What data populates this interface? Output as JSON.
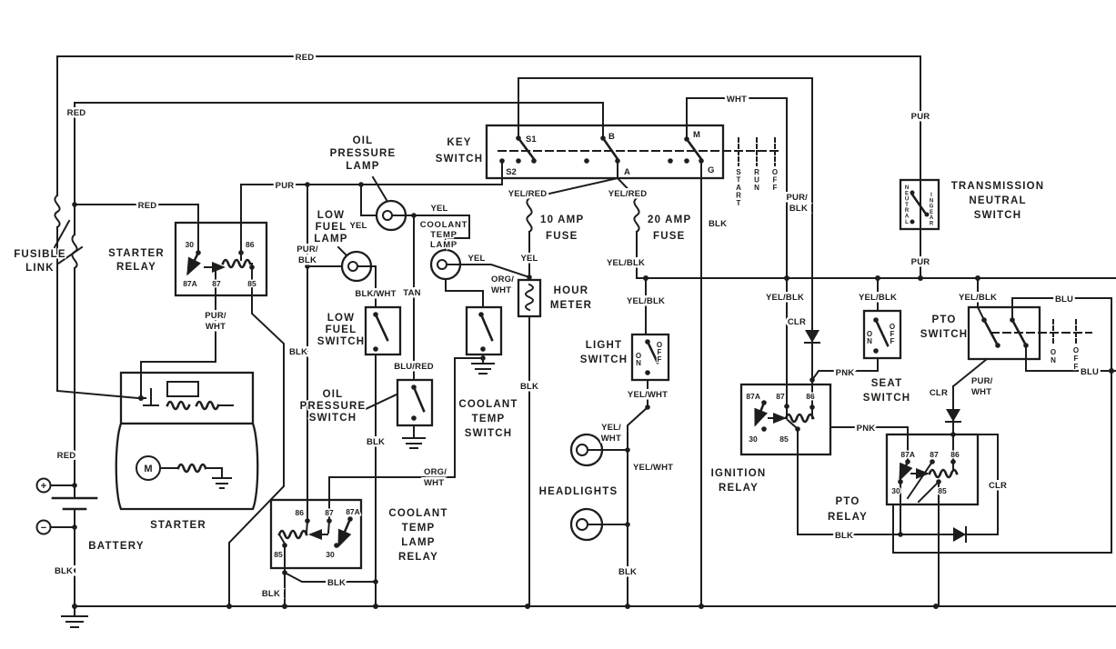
{
  "diagram": {
    "type": "electrical wiring schematic",
    "labels": {
      "fusible_link": [
        "FUSIBLE",
        "LINK"
      ],
      "starter_relay": [
        "STARTER",
        "RELAY"
      ],
      "starter": "STARTER",
      "battery": "BATTERY",
      "oil_pressure_lamp": [
        "OIL",
        "PRESSURE",
        "LAMP"
      ],
      "low_fuel_lamp": [
        "LOW",
        "FUEL",
        "LAMP"
      ],
      "coolant_temp_lamp": [
        "COOLANT",
        "TEMP",
        "LAMP"
      ],
      "key_switch": [
        "KEY",
        "SWITCH"
      ],
      "fuse_10a": [
        "10 AMP",
        "FUSE"
      ],
      "fuse_20a": [
        "20 AMP",
        "FUSE"
      ],
      "hour_meter": [
        "HOUR",
        "METER"
      ],
      "transmission_neutral_switch": [
        "TRANSMISSION",
        "NEUTRAL",
        "SWITCH"
      ],
      "low_fuel_switch": [
        "LOW",
        "FUEL",
        "SWITCH"
      ],
      "oil_pressure_switch": [
        "OIL",
        "PRESSURE",
        "SWITCH"
      ],
      "coolant_temp_switch": [
        "COOLANT",
        "TEMP",
        "SWITCH"
      ],
      "coolant_temp_lamp_relay": [
        "COOLANT",
        "TEMP",
        "LAMP",
        "RELAY"
      ],
      "light_switch": [
        "LIGHT",
        "SWITCH"
      ],
      "headlights": "HEADLIGHTS",
      "ignition_relay": [
        "IGNITION",
        "RELAY"
      ],
      "seat_switch": [
        "SEAT",
        "SWITCH"
      ],
      "pto_switch": [
        "PTO",
        "SWITCH"
      ],
      "pto_relay": [
        "PTO",
        "RELAY"
      ]
    },
    "key_switch": {
      "terminals": {
        "s1": "S1",
        "s2": "S2",
        "b": "B",
        "a": "A",
        "m": "M",
        "g": "G"
      },
      "positions": [
        "START",
        "RUN",
        "OFF"
      ]
    },
    "switch_positions": {
      "on": "ON",
      "off": "OFF"
    },
    "transmission_positions": {
      "neutral": "NEUTRAL",
      "in_gear": "IN GEAR"
    },
    "relay_terminals": {
      "t30": "30",
      "t85": "85",
      "t86": "86",
      "t87": "87",
      "t87a": "87A"
    },
    "symbols": {
      "motor": "M",
      "battery_positive": "+",
      "battery_negative": "−"
    },
    "wires": {
      "red": "RED",
      "pur": "PUR",
      "yel": "YEL",
      "blk": "BLK",
      "wht": "WHT",
      "tan": "TAN",
      "pnk": "PNK",
      "clr": "CLR",
      "blu": "BLU",
      "yel_red": "YEL/RED",
      "yel_blk": "YEL/BLK",
      "yel_wht": "YEL/WHT",
      "blk_wht": "BLK/WHT",
      "blu_red": "BLU/RED",
      "pur_blk": [
        "PUR/",
        "BLK"
      ],
      "pur_wht": [
        "PUR/",
        "WHT"
      ],
      "org_wht": [
        "ORG/",
        "WHT"
      ],
      "yel_wht2": [
        "YEL/",
        "WHT"
      ]
    },
    "colors": {
      "line": "#1d1d1b",
      "background": "#ffffff"
    }
  }
}
